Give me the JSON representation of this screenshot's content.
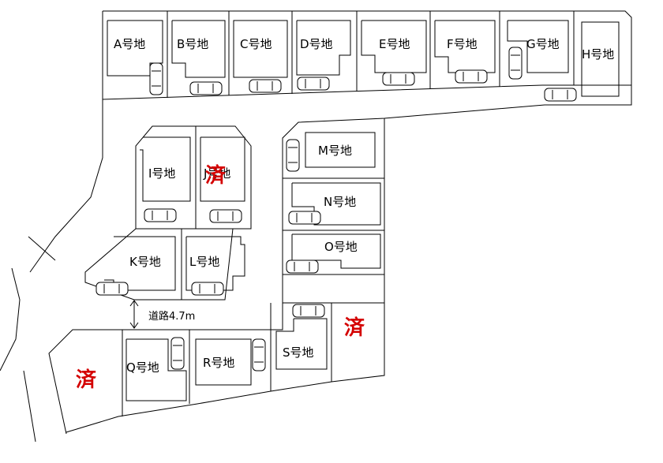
{
  "lots": [
    {
      "id": "A",
      "label": "A号地"
    },
    {
      "id": "B",
      "label": "B号地"
    },
    {
      "id": "C",
      "label": "C号地"
    },
    {
      "id": "D",
      "label": "D号地"
    },
    {
      "id": "E",
      "label": "E号地"
    },
    {
      "id": "F",
      "label": "F号地"
    },
    {
      "id": "G",
      "label": "G号地"
    },
    {
      "id": "H",
      "label": "H号地"
    },
    {
      "id": "I",
      "label": "I号地"
    },
    {
      "id": "J",
      "label": "J号地"
    },
    {
      "id": "K",
      "label": "K号地"
    },
    {
      "id": "L",
      "label": "L号地"
    },
    {
      "id": "M",
      "label": "M号地"
    },
    {
      "id": "N",
      "label": "N号地"
    },
    {
      "id": "O",
      "label": "O号地"
    },
    {
      "id": "Q",
      "label": "Q号地"
    },
    {
      "id": "R",
      "label": "R号地"
    },
    {
      "id": "S",
      "label": "S号地"
    }
  ],
  "sold_mark": "済",
  "road": {
    "label": "道路4.7m"
  },
  "colors": {
    "sold": "#d40000",
    "line": "#000000",
    "background": "#ffffff"
  }
}
